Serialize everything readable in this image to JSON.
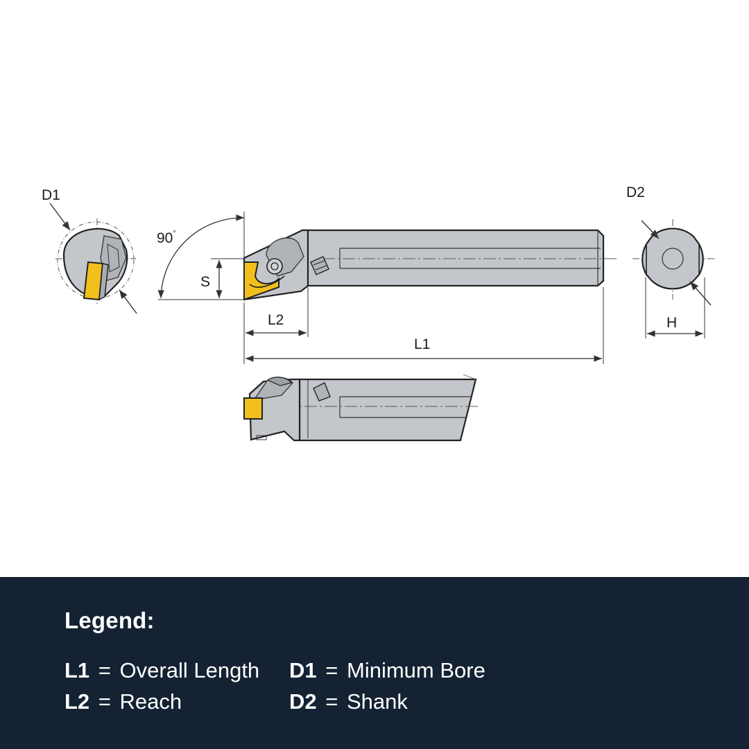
{
  "diagram": {
    "labels": {
      "d1": "D1",
      "d2": "D2",
      "angle": "90",
      "degree": "°",
      "s": "S",
      "l2": "L2",
      "l1": "L1",
      "h": "H"
    },
    "colors": {
      "body": "#c3c6cb",
      "body_dark": "#a9acb2",
      "outline": "#222222",
      "insert": "#f2c01d",
      "dim_line": "#333333"
    }
  },
  "legend": {
    "heading": "Legend:",
    "items": [
      {
        "key": "L1",
        "desc": "Overall Length"
      },
      {
        "key": "L2",
        "desc": "Reach"
      },
      {
        "key": "D1",
        "desc": "Minimum Bore"
      },
      {
        "key": "D2",
        "desc": "Shank"
      }
    ],
    "separator": "=",
    "background": "#142233"
  }
}
